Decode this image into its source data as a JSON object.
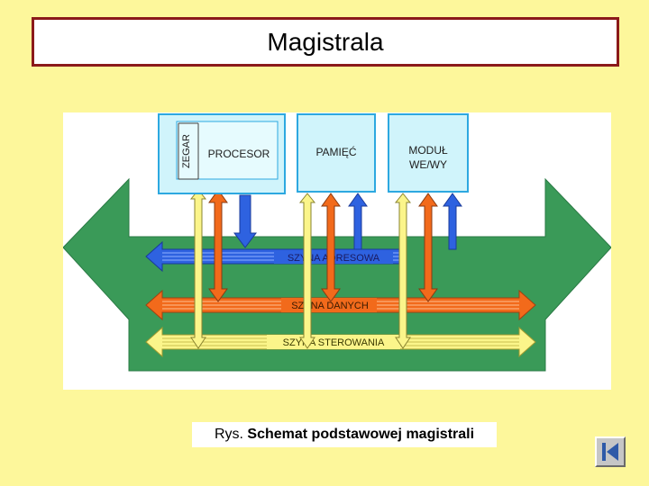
{
  "slide": {
    "title": "Magistrala",
    "caption_prefix": "Rys.",
    "caption_bold": "Schemat podstawowej magistrali"
  },
  "diagram": {
    "components": {
      "clock": "ZEGAR",
      "processor": "PROCESOR",
      "memory": "PAMIĘĆ",
      "io_line1": "MODUŁ",
      "io_line2": "WE/WY"
    },
    "buses": {
      "address": "SZYNA ADRESOWA",
      "data": "SZYNA DANYCH",
      "control": "SZYNA STEROWANIA"
    }
  },
  "colors": {
    "background": "#fdf79b",
    "title_border": "#8b1a1a",
    "main_bus": "#3a9a58",
    "address_bus": "#2e62e0",
    "data_bus": "#f26a1b",
    "control_bus": "#fbf58a",
    "module_fill": "#d0f4fb",
    "module_border": "#2da8e0"
  },
  "navigation": {
    "button_icon": "first-slide-icon"
  }
}
